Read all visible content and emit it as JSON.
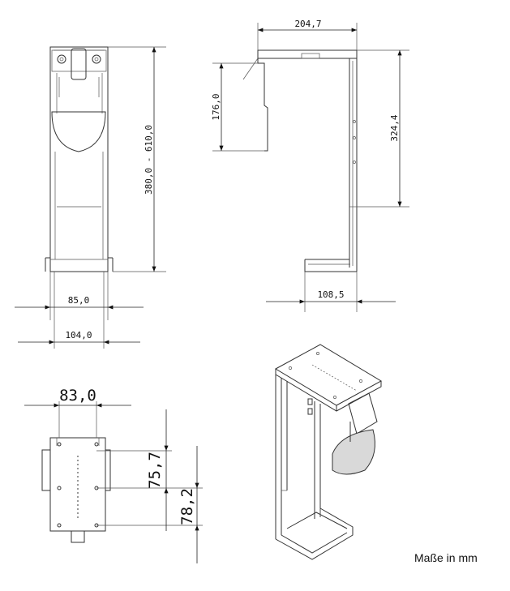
{
  "dimensions": {
    "width_top": "204,7",
    "height_front": "380,0 - 610,0",
    "height_side_upper": "176,0",
    "height_side_right": "324,4",
    "base_width": "108,5",
    "inner_width": "85,0",
    "outer_width": "104,0",
    "top_plate_width": "83,0",
    "spacing_upper": "75,7",
    "spacing_lower": "78,2"
  },
  "caption": "Maße in mm"
}
